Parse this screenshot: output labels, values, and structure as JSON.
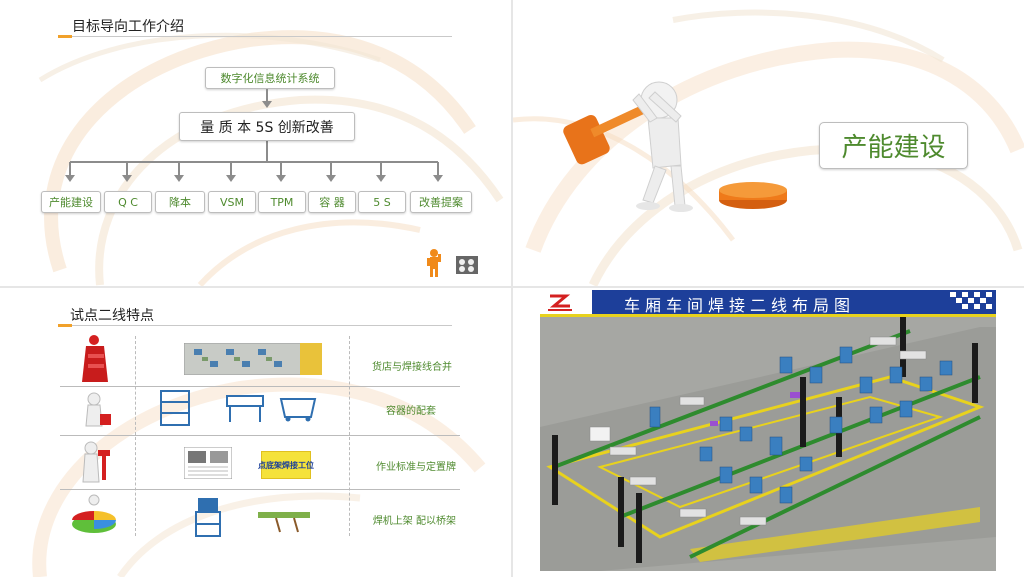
{
  "slide1": {
    "title": "目标导向工作介绍",
    "top_box": "数字化信息统计系统",
    "main_box": "量 质 本 5S 创新改善",
    "items": [
      "产能建设",
      "Q C",
      "降本",
      "VSM",
      "TPM",
      "容 器",
      "5 S",
      "改善提案"
    ]
  },
  "slide2": {
    "label": "产能建设"
  },
  "slide3": {
    "title": "试点二线特点",
    "rows": [
      "货店与焊接线合并",
      "容器的配套",
      "作业标准与定置牌",
      "焊机上架  配以桥架"
    ],
    "sign_text": "点底架焊接工位"
  },
  "slide4": {
    "title": "车厢车间焊接二线布局图"
  },
  "colors": {
    "accent": "#f1a12a",
    "text_green": "#4e8a2e",
    "header_blue": "#1d3f9a",
    "floor_yellow": "#e8d21d",
    "pipe_green": "#2e8b2e",
    "machine_blue": "#3a7fc0"
  }
}
